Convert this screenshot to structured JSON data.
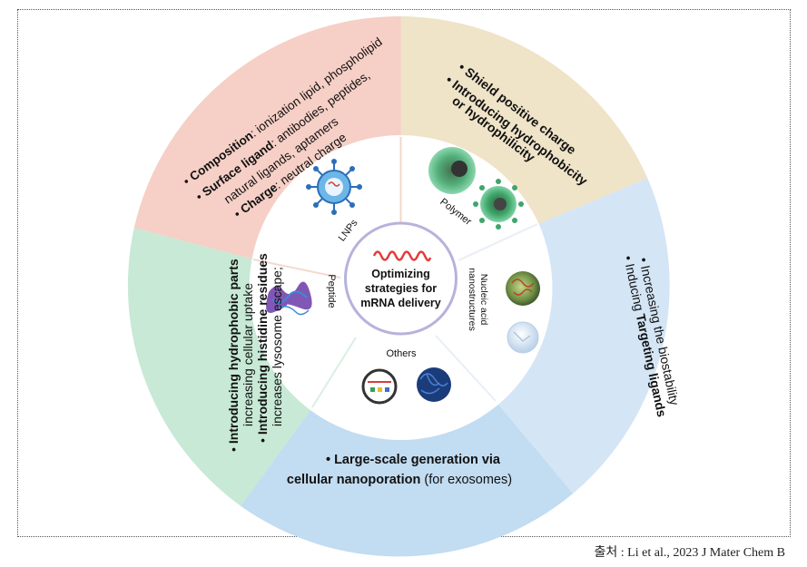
{
  "colors": {
    "lnp_sector": "#f6cfc6",
    "polymer_sector": "#efe3c8",
    "nucleic_sector": "#d4e5f5",
    "others_sector": "#c2dcf1",
    "peptide_sector": "#c7e9d5",
    "center_border": "#b7b2dc",
    "mrna_wave": "#e33b3b"
  },
  "center": {
    "title_line1": "Optimizing",
    "title_line2": "strategies for",
    "title_line3": "mRNA delivery"
  },
  "carriers": {
    "lnps": "LNPs",
    "polymer": "Polymer",
    "nucleic_line1": "Nucleic acid",
    "nucleic_line2": "nanostructures",
    "others": "Others",
    "peptide": "Peptide"
  },
  "lnp_strategies": {
    "line1_bold": "Composition",
    "line1_rest": ": ionization lipid, phospholipid",
    "line2_bold": "Surface ligand",
    "line2_rest": ": antibodies, peptides,",
    "line3": "natural ligands, aptamers",
    "line4_bold": "Charge",
    "line4_rest": ": neutral charge"
  },
  "polymer_strategies": {
    "line1": "Shield positive charge",
    "line2": "Introducing hydrophobicity",
    "line3": "or hydrophilicity"
  },
  "nucleic_strategies": {
    "line1": "Increasing the biostability",
    "line2_regular": "Inducing ",
    "line2_bold": "Targeting ligands"
  },
  "others_strategies": {
    "line1": "Large-scale generation via",
    "line2_bold": "cellular nanoporation",
    "line2_rest": " (for exosomes)"
  },
  "peptide_strategies": {
    "line1": "Introducing hydrophobic parts",
    "line2": "increasing cellular uptake",
    "line3": "Introducing histidine residues",
    "line4": "increases lysosome escape;"
  },
  "bullet": "•",
  "source": "출처 : Li et al., 2023 J Mater Chem B"
}
